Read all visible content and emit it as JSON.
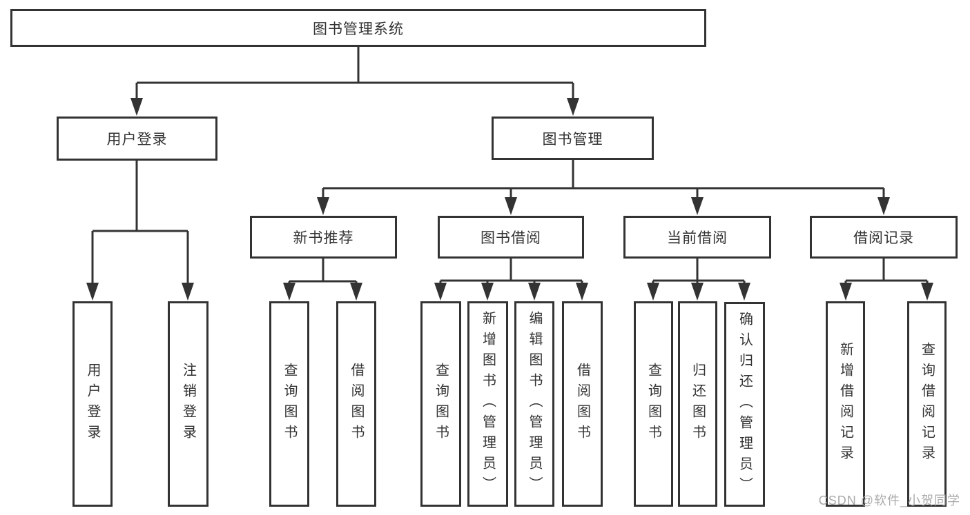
{
  "tree": {
    "root": {
      "label": "图书管理系统"
    },
    "branches": [
      {
        "label": "用户登录",
        "children": [
          {
            "label": "用户登录"
          },
          {
            "label": "注销登录"
          }
        ]
      },
      {
        "label": "图书管理",
        "children": [
          {
            "label": "新书推荐",
            "children": [
              {
                "label": "查询图书"
              },
              {
                "label": "借阅图书"
              }
            ]
          },
          {
            "label": "图书借阅",
            "children": [
              {
                "label": "查询图书"
              },
              {
                "label": "新增图书（管理员）"
              },
              {
                "label": "编辑图书（管理员）"
              },
              {
                "label": "借阅图书"
              }
            ]
          },
          {
            "label": "当前借阅",
            "children": [
              {
                "label": "查询图书"
              },
              {
                "label": "归还图书"
              },
              {
                "label": "确认归还（管理员）"
              }
            ]
          },
          {
            "label": "借阅记录",
            "children": [
              {
                "label": "新增借阅记录"
              },
              {
                "label": "查询借阅记录"
              }
            ]
          }
        ]
      }
    ]
  },
  "watermark": {
    "text": "CSDN @软件_小贺同学"
  },
  "colors": {
    "line": "#333333",
    "box_border": "#333333",
    "box_fill": "#ffffff",
    "text": "#333333",
    "watermark": "#ababab"
  }
}
